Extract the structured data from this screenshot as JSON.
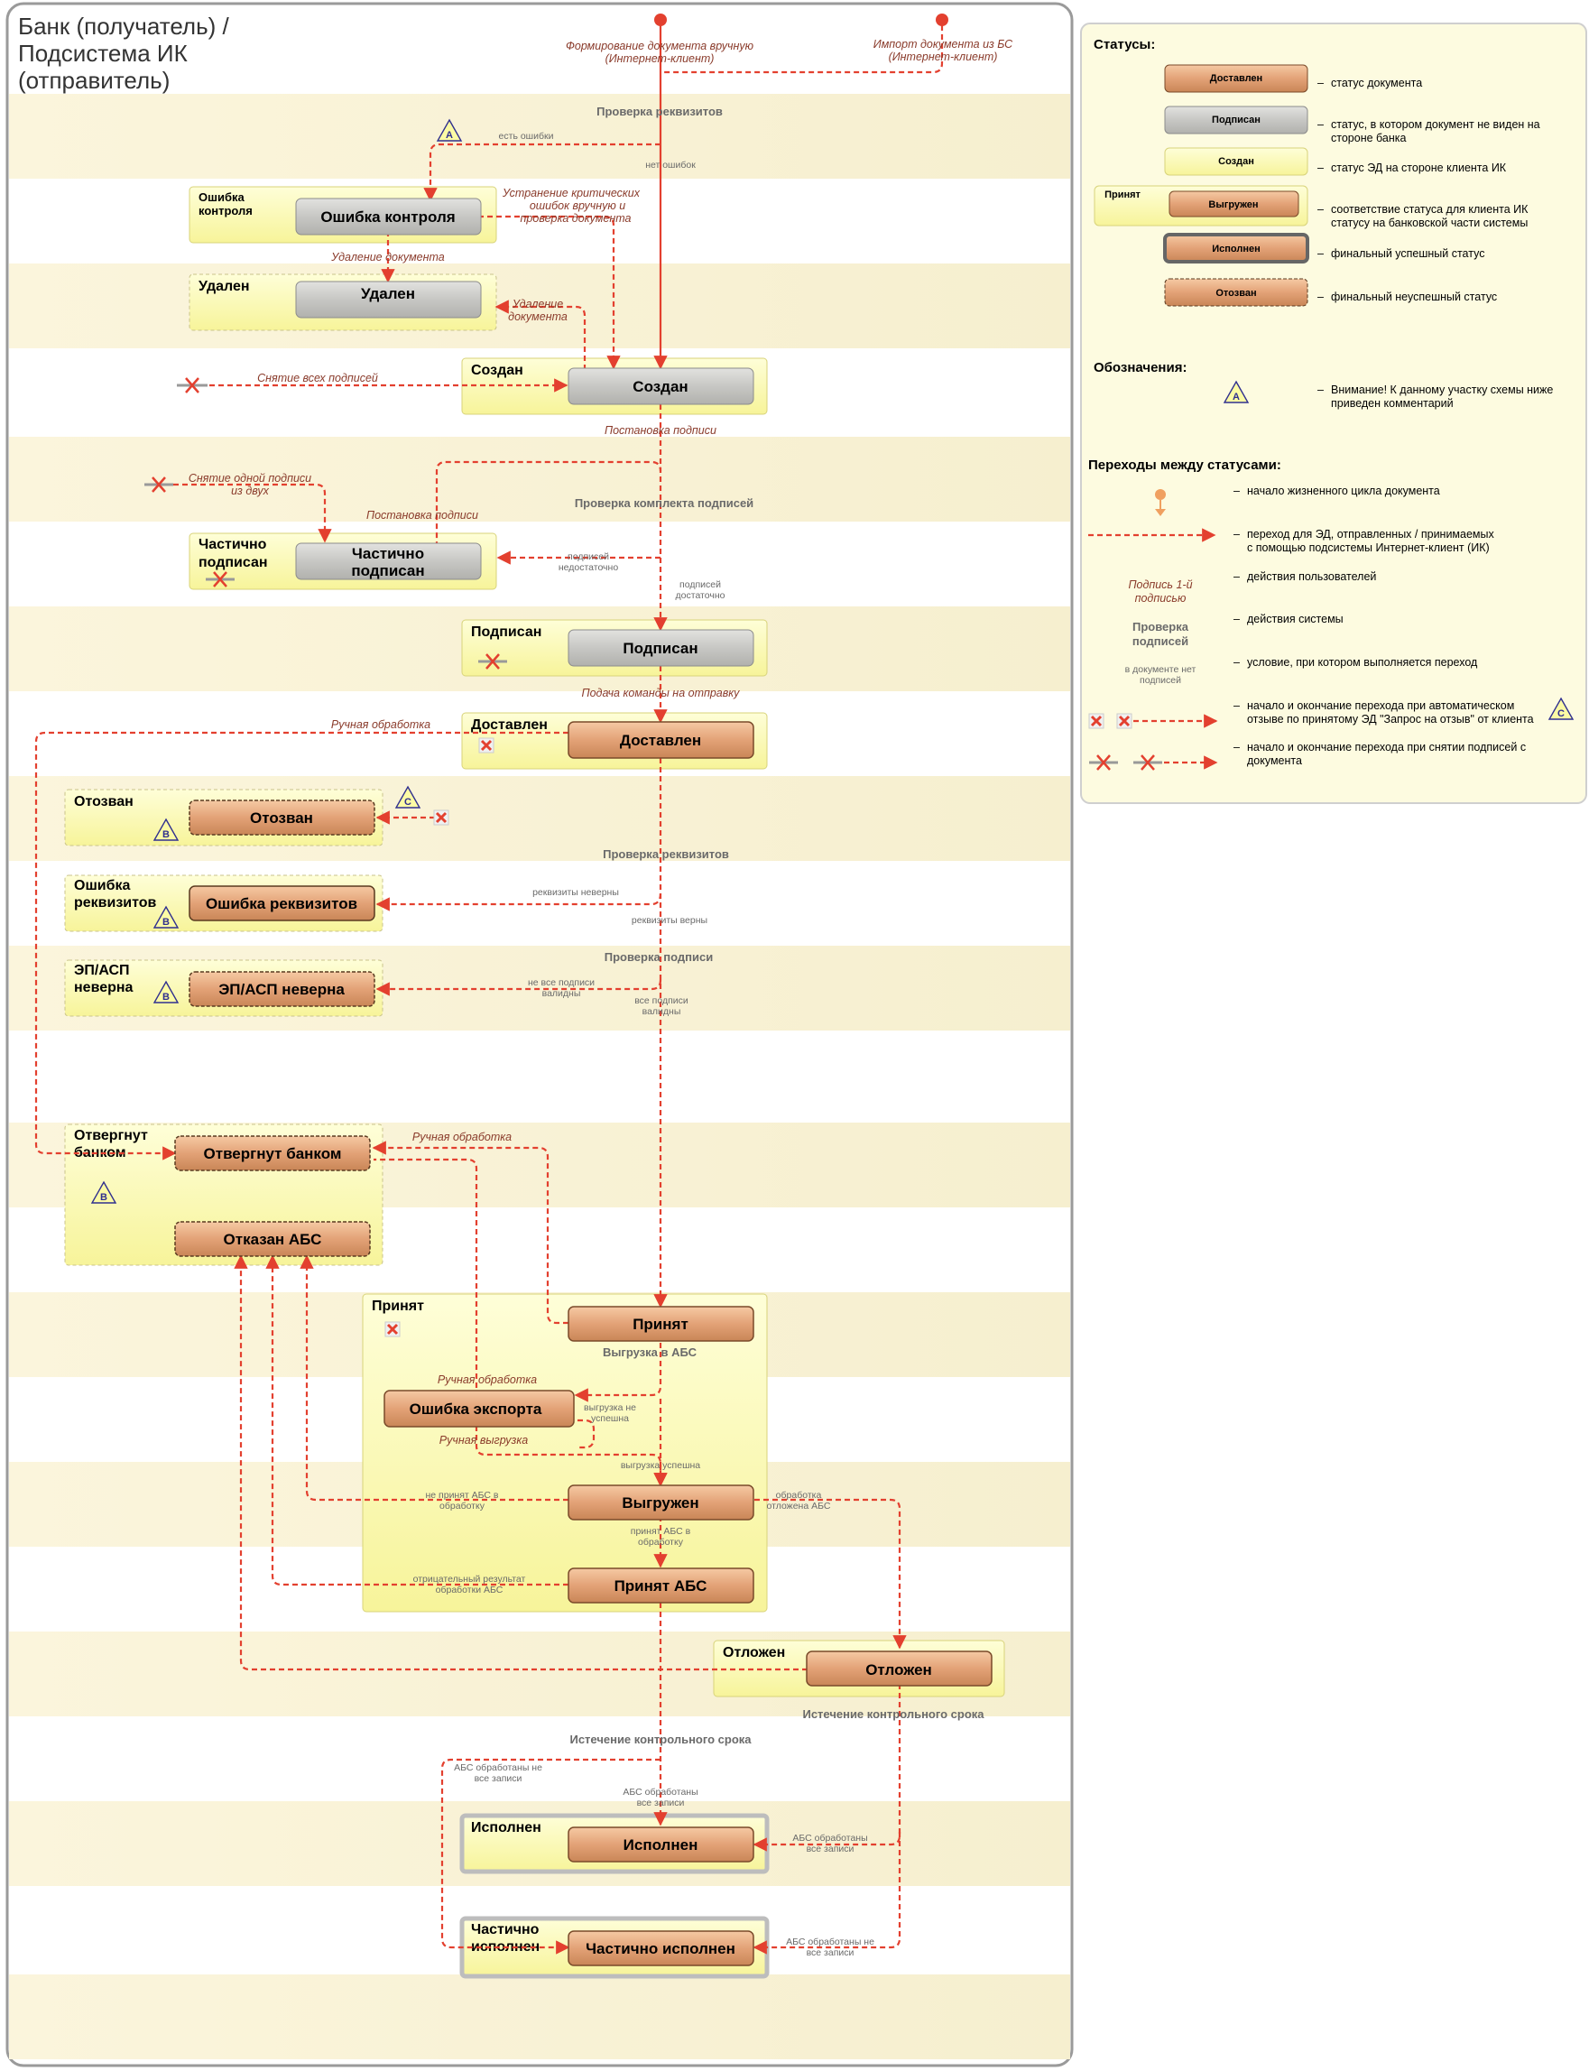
{
  "title_lines": [
    "Банк (получатель) /",
    "Подсистема ИК",
    "(отправитель)"
  ],
  "colors": {
    "status_delivered": "#e3a277",
    "status_signed": "#c7c7c4",
    "status_created": "#fbf9ad",
    "group_fill": "#fcfba5",
    "arrow": "#e3402f",
    "badge": "#2f2f8f"
  },
  "events": {
    "manual": "Формирование  документа вручную (Интернет-клиент)",
    "import": "Импорт документа из БС (Интернет-клиент)",
    "check_req": "Проверка реквизитов",
    "has_errors": "есть ошибки",
    "no_errors": "нет ошибок",
    "fix_errors": "Устранение критических ошибок вручную и проверка документа",
    "delete1": "Удаление документа",
    "delete2": "Удаление документа",
    "remove_all_sigs": "Снятие всех подписей",
    "sign1": "Постановка подписи",
    "remove_one_sig": "Снятие одной подписи из двух",
    "sign2": "Постановка подписи",
    "check_set": "Проверка комплекта  подписей",
    "sig_insufficient": "подписей недостаточно",
    "sig_sufficient": "подписей достаточно",
    "send_cmd": "Подача команды на отправку",
    "manual_proc1": "Ручная обработка",
    "check_req2": "Проверка реквизитов",
    "req_wrong": "реквизиты неверны",
    "req_ok": "реквизиты верны",
    "check_sig": "Проверка подписи",
    "not_all_valid": "не все подписи валидны",
    "all_valid": "все подписи валидны",
    "manual_proc2": "Ручная обработка",
    "export_abs": "Выгрузка в АБС",
    "manual_proc3": "Ручная обработка",
    "export_fail": "выгрузка не успешна",
    "manual_export": "Ручная выгрузка",
    "export_ok": "выгрузка  успешна",
    "not_accepted": "не принят АБС в обработку",
    "deferred": "обработка отложена АБС",
    "accepted_abs": "принят АБС в обработку",
    "negative_result": "отрицательный результат обработки АБС",
    "deadline1": "Истечение контрольного срока",
    "deadline2": "Истечение контрольного срока",
    "abs_not_all1": "АБС обработаны не все записи",
    "abs_all1": "АБС обработаны все записи",
    "abs_all2": "АБС обработаны все записи",
    "abs_not_all2": "АБС обработаны не все записи"
  },
  "groups": {
    "error_control": "Ошибка контроля",
    "deleted": "Удален",
    "created": "Создан",
    "partly_signed": "Частично подписан",
    "signed": "Подписан",
    "delivered": "Доставлен",
    "revoked": "Отозван",
    "req_error": "Ошибка реквизитов",
    "ep_wrong": "ЭП/АСП неверна",
    "rejected": "Отвергнут банком",
    "accepted": "Принят",
    "deferred": "Отложен",
    "executed": "Исполнен",
    "partly_executed": "Частично исполнен"
  },
  "states": {
    "error_control": "Ошибка контроля",
    "deleted": "Удален",
    "created": "Создан",
    "partly_signed": "Частично подписан",
    "signed": "Подписан",
    "delivered": "Доставлен",
    "revoked": "Отозван",
    "req_error": "Ошибка реквизитов",
    "ep_wrong": "ЭП/АСП неверна",
    "rejected_bank": "Отвергнут банком",
    "refused_abs": "Отказан АБС",
    "accepted": "Принят",
    "export_error": "Ошибка экспорта",
    "exported": "Выгружен",
    "accepted_abs": "Принят АБС",
    "deferred": "Отложен",
    "executed": "Исполнен",
    "partly_executed": "Частично исполнен"
  },
  "badges": {
    "a": "A",
    "b": "B",
    "c": "C"
  },
  "legend": {
    "statuses_title": "Статусы:",
    "status_items": [
      {
        "sample": "Доставлен",
        "text": "статус  документа"
      },
      {
        "sample": "Подписан",
        "text": "статус, в котором документ не виден на стороне банка"
      },
      {
        "sample": "Создан",
        "text": "статус ЭД  на стороне клиента ИК"
      },
      {
        "sample": "Выгружен",
        "group": "Принят",
        "text": "соответствие статуса для клиента ИК статусу на банковской части системы"
      },
      {
        "sample": "Исполнен",
        "text": "финальный успешный статус"
      },
      {
        "sample": "Отозван",
        "text": "финальный неуспешный статус"
      }
    ],
    "marks_title": "Обозначения:",
    "mark_badge": "A",
    "mark_text": "Внимание! К данному участку схемы ниже приведен комментарий",
    "transitions_title": "Переходы между статусами:",
    "transition_items": [
      {
        "text": "начало жизненного цикла документа"
      },
      {
        "text": "переход для ЭД, отправленных / принимаемых с помощью подсистемы Интернет-клиент (ИК)"
      },
      {
        "sample": "Подпись 1-й подписью",
        "text": "действия пользователей"
      },
      {
        "sample": "Проверка подписей",
        "text": "действия системы"
      },
      {
        "sample": "в документе нет подписей",
        "text": "условие, при котором выполняется переход"
      },
      {
        "text": "начало и окончание перехода при автоматическом отзыве по принятому ЭД \"Запрос на отзыв\" от клиента"
      },
      {
        "text": "начало и окончание перехода при снятии подписей с документа"
      }
    ],
    "dash": "–"
  }
}
